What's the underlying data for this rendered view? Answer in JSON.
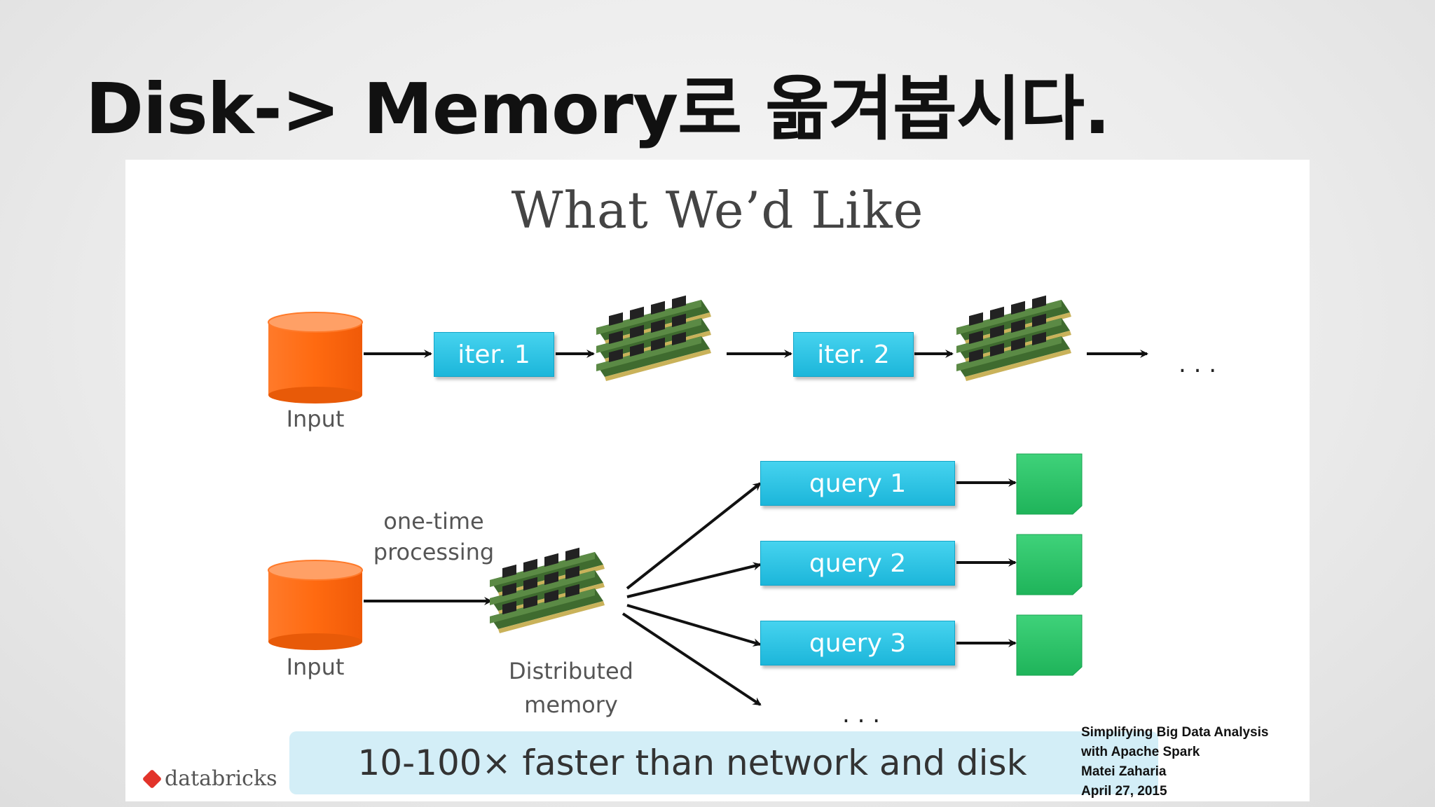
{
  "slide_title": "Disk-> Memory로 옮겨봅시다.",
  "diagram": {
    "title": "What We’d Like",
    "top_flow": {
      "input_label": "Input",
      "iter1": "iter. 1",
      "iter2": "iter. 2",
      "ellipsis": ". . ."
    },
    "bottom_flow": {
      "input_label": "Input",
      "one_time_1": "one-time",
      "one_time_2": "processing",
      "dist_1": "Distributed",
      "dist_2": "memory",
      "queries": [
        "query 1",
        "query 2",
        "query 3"
      ],
      "ellipsis": ". . ."
    },
    "banner": "10-100× faster than network and disk",
    "logo": "databricks",
    "colors": {
      "cylinder": "#ff6a1a",
      "box": "#1cb6da",
      "result": "#2ec56a",
      "banner": "#d3eef7",
      "ram": "#4a7a3a"
    }
  },
  "citation": {
    "line1": "Simplifying Big Data Analysis",
    "line2": "with Apache Spark",
    "line3": "Matei Zaharia",
    "line4": "April 27, 2015"
  }
}
